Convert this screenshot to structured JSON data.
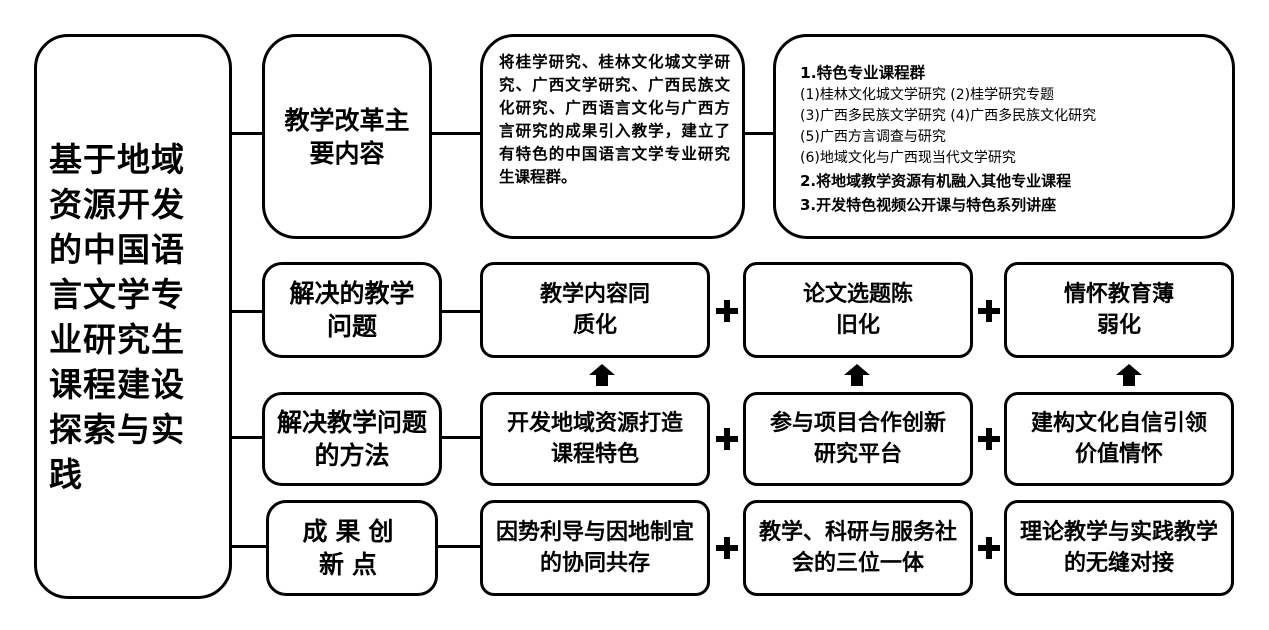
{
  "main_title": "基于地域资源开发的中国语言文学专业研究生课程建设探索与实践",
  "rows": [
    {
      "category": "教学改革主要内容",
      "description": "将桂学研究、桂林文化城文学研究、广西文学研究、广西民族文化研究、广西语言文化与广西方言研究的成果引入教学，建立了有特色的中国语言文学专业研究生课程群。",
      "details": {
        "heading": "1.特色专业课程群",
        "subitems": [
          "(1)桂林文化城文学研究  (2)桂学研究专题",
          "(3)广西多民族文学研究  (4)广西多民族文化研究",
          "(5)广西方言调查与研究",
          "(6)地域文化与广西现当代文学研究"
        ],
        "item2": "2.将地域教学资源有机融入其他专业课程",
        "item3": "3.开发特色视频公开课与特色系列讲座"
      }
    },
    {
      "category": "解决的教学问题",
      "cells": [
        "教学内容同质化",
        "论文选题陈旧化",
        "情怀教育薄弱化"
      ]
    },
    {
      "category": "解决教学问题的方法",
      "cells": [
        "开发地域资源打造课程特色",
        "参与项目合作创新研究平台",
        "建构文化自信引领价值情怀"
      ]
    },
    {
      "category": "成果创新点",
      "cells": [
        "因势利导与因地制宜的协同共存",
        "教学、科研与服务社会的三位一体",
        "理论教学与实践教学的无缝对接"
      ]
    }
  ]
}
